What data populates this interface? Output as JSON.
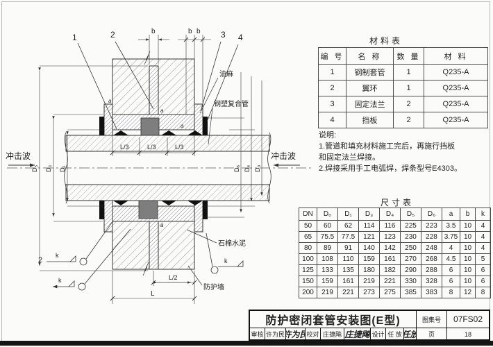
{
  "drawing": {
    "callouts": {
      "c1": "1",
      "c2": "2",
      "c3": "3",
      "c4": "4"
    },
    "labels": {
      "oakum": "油麻",
      "pipe": "钢塑复合管",
      "asbestos_cement": "石棉水泥",
      "protective_wall": "防护墙",
      "shockwave_left": "冲击波",
      "shockwave_right": "冲击波"
    },
    "dims": {
      "b": "b",
      "L3": "L/3",
      "L2": "L/2",
      "L": "L",
      "k": "k",
      "a": "a",
      "left": [
        "D₅",
        "D₃",
        "D₁"
      ],
      "right": [
        "D₆",
        "D₄",
        "D₀"
      ]
    },
    "weld_callout_no": "2"
  },
  "material_table": {
    "title": "材料表",
    "headers": [
      "编 号",
      "名 称",
      "数 量",
      "材 料"
    ],
    "rows": [
      [
        "1",
        "钢制套管",
        "1",
        "Q235-A"
      ],
      [
        "2",
        "翼环",
        "1",
        "Q235-A"
      ],
      [
        "3",
        "固定法兰",
        "2",
        "Q235-A"
      ],
      [
        "4",
        "挡板",
        "2",
        "Q235-A"
      ]
    ]
  },
  "notes": {
    "title": "说明:",
    "lines": [
      "1.管道和填充材料施工完后，再施行挡板",
      "和固定法兰焊接。",
      "2.焊接采用手工电弧焊，焊条型号E4303。"
    ]
  },
  "dim_table": {
    "title": "尺寸表",
    "headers": [
      "DN",
      "D₀",
      "D₁",
      "D₃",
      "D₄",
      "D₅",
      "D₆",
      "a",
      "b",
      "k"
    ],
    "rows": [
      [
        "50",
        "60",
        "62",
        "114",
        "116",
        "225",
        "223",
        "3.5",
        "10",
        "4"
      ],
      [
        "65",
        "75.5",
        "77.5",
        "121",
        "123",
        "230",
        "228",
        "3.75",
        "10",
        "4"
      ],
      [
        "80",
        "89",
        "91",
        "140",
        "142",
        "250",
        "248",
        "4",
        "10",
        "4"
      ],
      [
        "100",
        "108",
        "110",
        "159",
        "161",
        "270",
        "268",
        "4.5",
        "10",
        "5"
      ],
      [
        "125",
        "133",
        "135",
        "180",
        "182",
        "290",
        "288",
        "6",
        "10",
        "6"
      ],
      [
        "150",
        "159",
        "161",
        "219",
        "221",
        "330",
        "328",
        "6",
        "10",
        "6"
      ],
      [
        "200",
        "219",
        "221",
        "273",
        "275",
        "385",
        "383",
        "8",
        "12",
        "8"
      ]
    ]
  },
  "title_block": {
    "title": "防护密闭套管安装图(E型)",
    "atlas_label": "图集号",
    "atlas_no": "07FS02",
    "page_label": "页",
    "page": "18",
    "credits": [
      {
        "role": "审核",
        "name": "许为民",
        "sig": "许为民"
      },
      {
        "role": "校对",
        "name": "庄捷飚",
        "sig": "庄捷飚"
      },
      {
        "role": "设计",
        "name": "任 放",
        "sig": "任放"
      }
    ]
  }
}
